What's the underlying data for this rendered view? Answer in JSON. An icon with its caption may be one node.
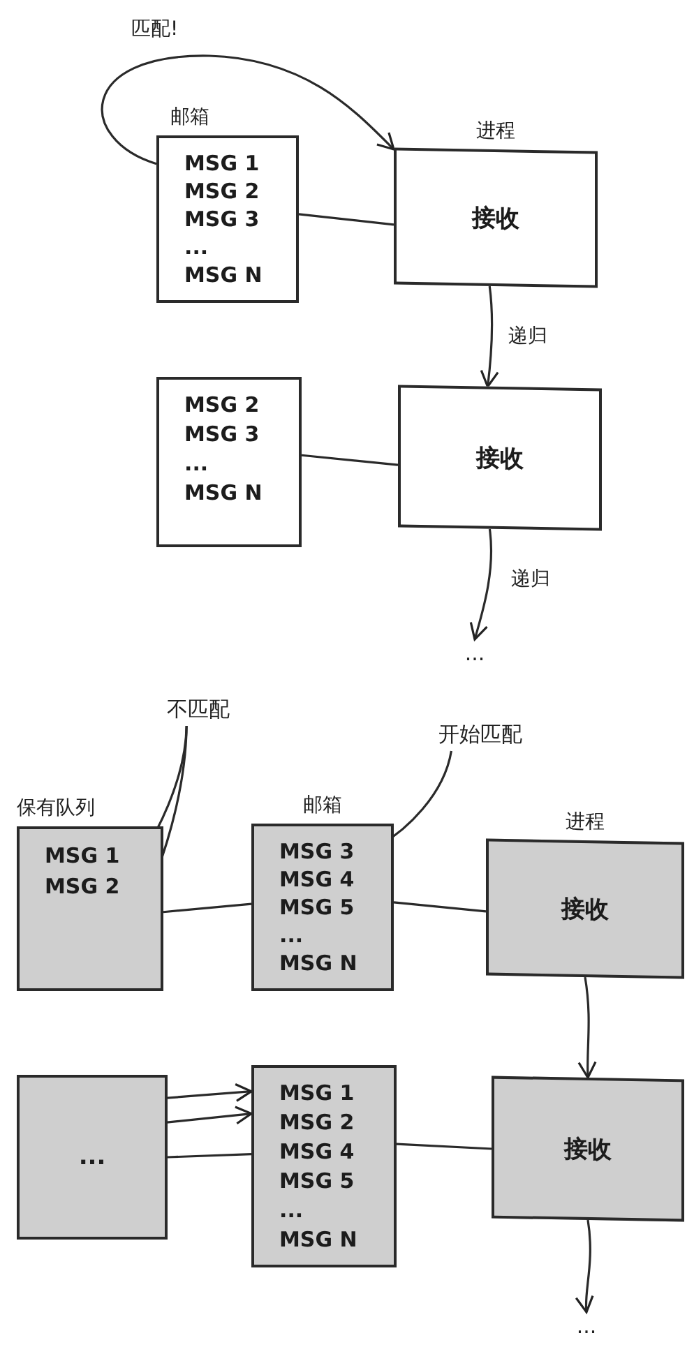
{
  "diagram": {
    "nodes": [
      {
        "text": [
          "邮箱",
          "MSG 1",
          "MSG 2",
          "MSG 3",
          "...",
          "MSG N"
        ]
      },
      {
        "text": [
          "进程",
          "接收"
        ]
      },
      {
        "text": [
          "MSG 2",
          "MSG 3",
          "...",
          "MSG N"
        ]
      },
      {
        "text": [
          "接收"
        ]
      },
      {
        "text": [
          "..."
        ]
      },
      {
        "text": [
          "保有队列",
          "MSG 1",
          "MSG 2"
        ]
      },
      {
        "text": [
          "邮箱",
          "MSG 3",
          "MSG 4",
          "MSG 5",
          "...",
          "MSG N"
        ]
      },
      {
        "text": [
          "进程",
          "接收"
        ]
      },
      {
        "text": [
          "..."
        ]
      },
      {
        "text": [
          "MSG 1",
          "MSG 2",
          "MSG 4",
          "MSG 5",
          "...",
          "MSG N"
        ]
      },
      {
        "text": [
          "接收"
        ]
      },
      {
        "text": [
          "..."
        ]
      },
      {
        "text": [
          "不匹配"
        ]
      },
      {
        "text": [
          "开始匹配"
        ]
      }
    ],
    "edges": [
      {
        "from": 0,
        "to": 1,
        "arrow": "none"
      },
      {
        "from": 0,
        "to": 1,
        "arrow": "to",
        "label": "匹配!"
      },
      {
        "from": 1,
        "to": 3,
        "arrow": "to",
        "label": "递归"
      },
      {
        "from": 2,
        "to": 3,
        "arrow": "none"
      },
      {
        "from": 3,
        "to": 4,
        "arrow": "to",
        "label": "递归"
      },
      {
        "from": 12,
        "to": 5,
        "arrow": "none"
      },
      {
        "from": 12,
        "to": 5,
        "arrow": "none"
      },
      {
        "from": 13,
        "to": 6,
        "arrow": "none"
      },
      {
        "from": 5,
        "to": 6,
        "arrow": "none"
      },
      {
        "from": 6,
        "to": 7,
        "arrow": "none"
      },
      {
        "from": 7,
        "to": 10,
        "arrow": "to"
      },
      {
        "from": 8,
        "to": 9,
        "arrow": "to"
      },
      {
        "from": 8,
        "to": 9,
        "arrow": "to"
      },
      {
        "from": 8,
        "to": 9,
        "arrow": "none"
      },
      {
        "from": 9,
        "to": 10,
        "arrow": "none"
      },
      {
        "from": 10,
        "to": 11,
        "arrow": "to"
      }
    ]
  }
}
